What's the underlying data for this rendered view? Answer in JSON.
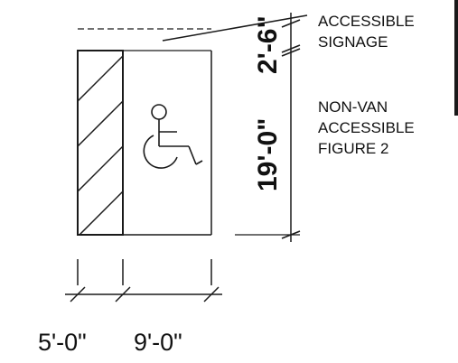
{
  "callout": {
    "signage_line1": "ACCESSIBLE",
    "signage_line2": "SIGNAGE",
    "figure_line1": "NON-VAN",
    "figure_line2": "ACCESSIBLE",
    "figure_line3": "FIGURE 2"
  },
  "dimensions": {
    "sign_offset": "2'-6\"",
    "stall_depth": "19'-0\"",
    "aisle_width": "5'-0\"",
    "stall_width": "9'-0\""
  },
  "icons": {
    "accessibility_symbol": "wheelchair-icon"
  }
}
